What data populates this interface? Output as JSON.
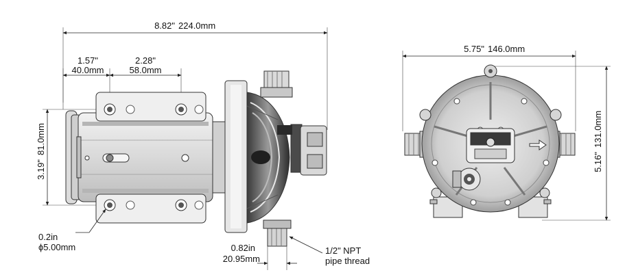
{
  "colors": {
    "background": "#ffffff",
    "line": "#222222",
    "body_light": "#e9e9e9",
    "body_mid": "#c8c8c8",
    "body_dark": "#6a6a6a",
    "body_black": "#2a2a2a"
  },
  "side_view": {
    "overall_in": "8.82\"",
    "overall_mm": "224.0mm",
    "offset_in": "1.57\"",
    "offset_mm": "40.0mm",
    "spacing_in": "2.28\"",
    "spacing_mm": "58.0mm",
    "height_in": "3.19\"",
    "height_mm": "81.0mm",
    "hole_in": "0.2in",
    "hole_mm": "ϕ5.00mm",
    "port_in": "0.82in",
    "port_mm": "20.95mm",
    "thread_line1": "1/2\"  NPT",
    "thread_line2": "pipe thread"
  },
  "front_view": {
    "width_in": "5.75\"",
    "width_mm": "146.0mm",
    "height_in": "5.16\"",
    "height_mm": "131.0mm"
  },
  "icons": [
    "arrow-right-icon"
  ]
}
